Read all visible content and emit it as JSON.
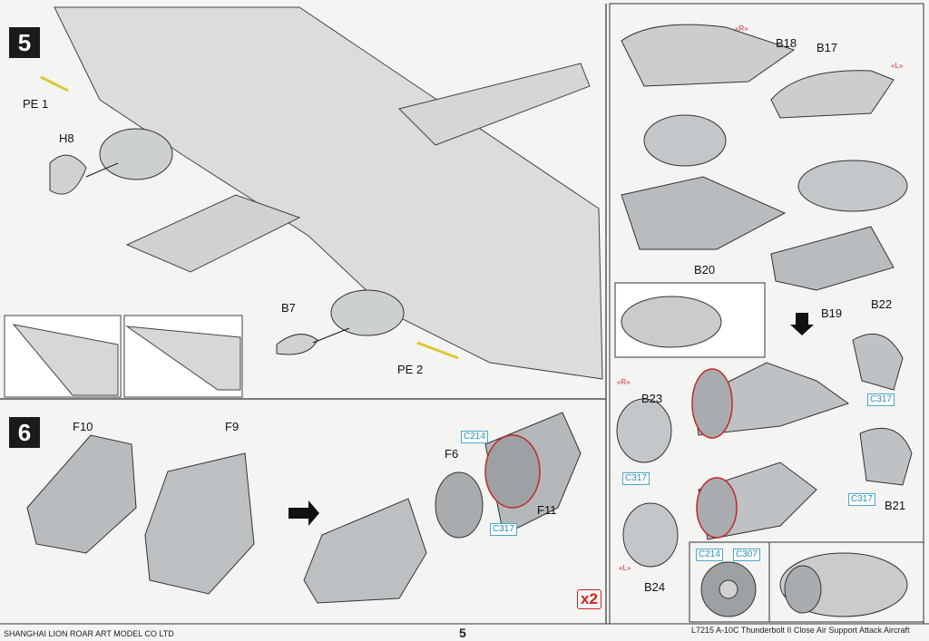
{
  "steps": {
    "step5": "5",
    "step6": "6"
  },
  "step5_labels": {
    "pe1": "PE 1",
    "h8": "H8",
    "b7": "B7",
    "pe2": "PE 2"
  },
  "step6_labels": {
    "f10": "F10",
    "f9": "F9",
    "f6": "F6",
    "c214": "C214",
    "c317": "C317",
    "f11": "F11",
    "multiplier": "x2"
  },
  "engine_labels": {
    "b18": "B18",
    "b17": "B17",
    "b20": "B20",
    "b19": "B19",
    "b22": "B22",
    "b23": "B23",
    "b21": "B21",
    "b24": "B24",
    "right_mark_top": "«R»",
    "left_mark_top": "«L»",
    "right_mark": "«R»",
    "left_mark": "«L»",
    "c317_b22": "C317",
    "c317_b23": "C317",
    "c317_b21": "C317",
    "c214_fan": "C214",
    "c307_fan": "C307"
  },
  "footer": {
    "company": "SHANGHAI LION ROAR ART MODEL CO LTD",
    "page_number": "5",
    "product": "L7215 A-10C Thunderbolt II Close Air Support Attack Aircraft"
  },
  "colors": {
    "cement_line": "#c0282b",
    "paint_code": "#2a8fb0",
    "part_gray": "#c9cbcd"
  }
}
